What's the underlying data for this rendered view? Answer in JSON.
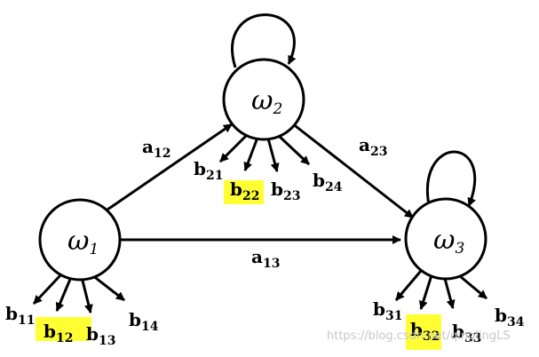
{
  "states": [
    {
      "id": "w1",
      "symbol": "ω",
      "sub": "1"
    },
    {
      "id": "w2",
      "symbol": "ω",
      "sub": "2"
    },
    {
      "id": "w3",
      "symbol": "ω",
      "sub": "3"
    }
  ],
  "transitions": [
    {
      "from": "w1",
      "to": "w2",
      "base": "a",
      "sub": "12"
    },
    {
      "from": "w2",
      "to": "w3",
      "base": "a",
      "sub": "23"
    },
    {
      "from": "w1",
      "to": "w3",
      "base": "a",
      "sub": "13"
    },
    {
      "from": "w2",
      "to": "w2",
      "self_loop": true
    },
    {
      "from": "w3",
      "to": "w3",
      "self_loop": true
    }
  ],
  "emissions": {
    "w1": [
      {
        "base": "b",
        "sub": "11",
        "highlighted": false
      },
      {
        "base": "b",
        "sub": "12",
        "highlighted": true
      },
      {
        "base": "b",
        "sub": "13",
        "highlighted": false
      },
      {
        "base": "b",
        "sub": "14",
        "highlighted": false
      }
    ],
    "w2": [
      {
        "base": "b",
        "sub": "21",
        "highlighted": false
      },
      {
        "base": "b",
        "sub": "22",
        "highlighted": true
      },
      {
        "base": "b",
        "sub": "23",
        "highlighted": false
      },
      {
        "base": "b",
        "sub": "24",
        "highlighted": false
      }
    ],
    "w3": [
      {
        "base": "b",
        "sub": "31",
        "highlighted": false
      },
      {
        "base": "b",
        "sub": "32",
        "highlighted": true
      },
      {
        "base": "b",
        "sub": "33",
        "highlighted": false
      },
      {
        "base": "b",
        "sub": "34",
        "highlighted": false
      }
    ]
  },
  "highlight_color": "#ffff33",
  "watermark": "https://blog.csdn.net/qinglingLS"
}
